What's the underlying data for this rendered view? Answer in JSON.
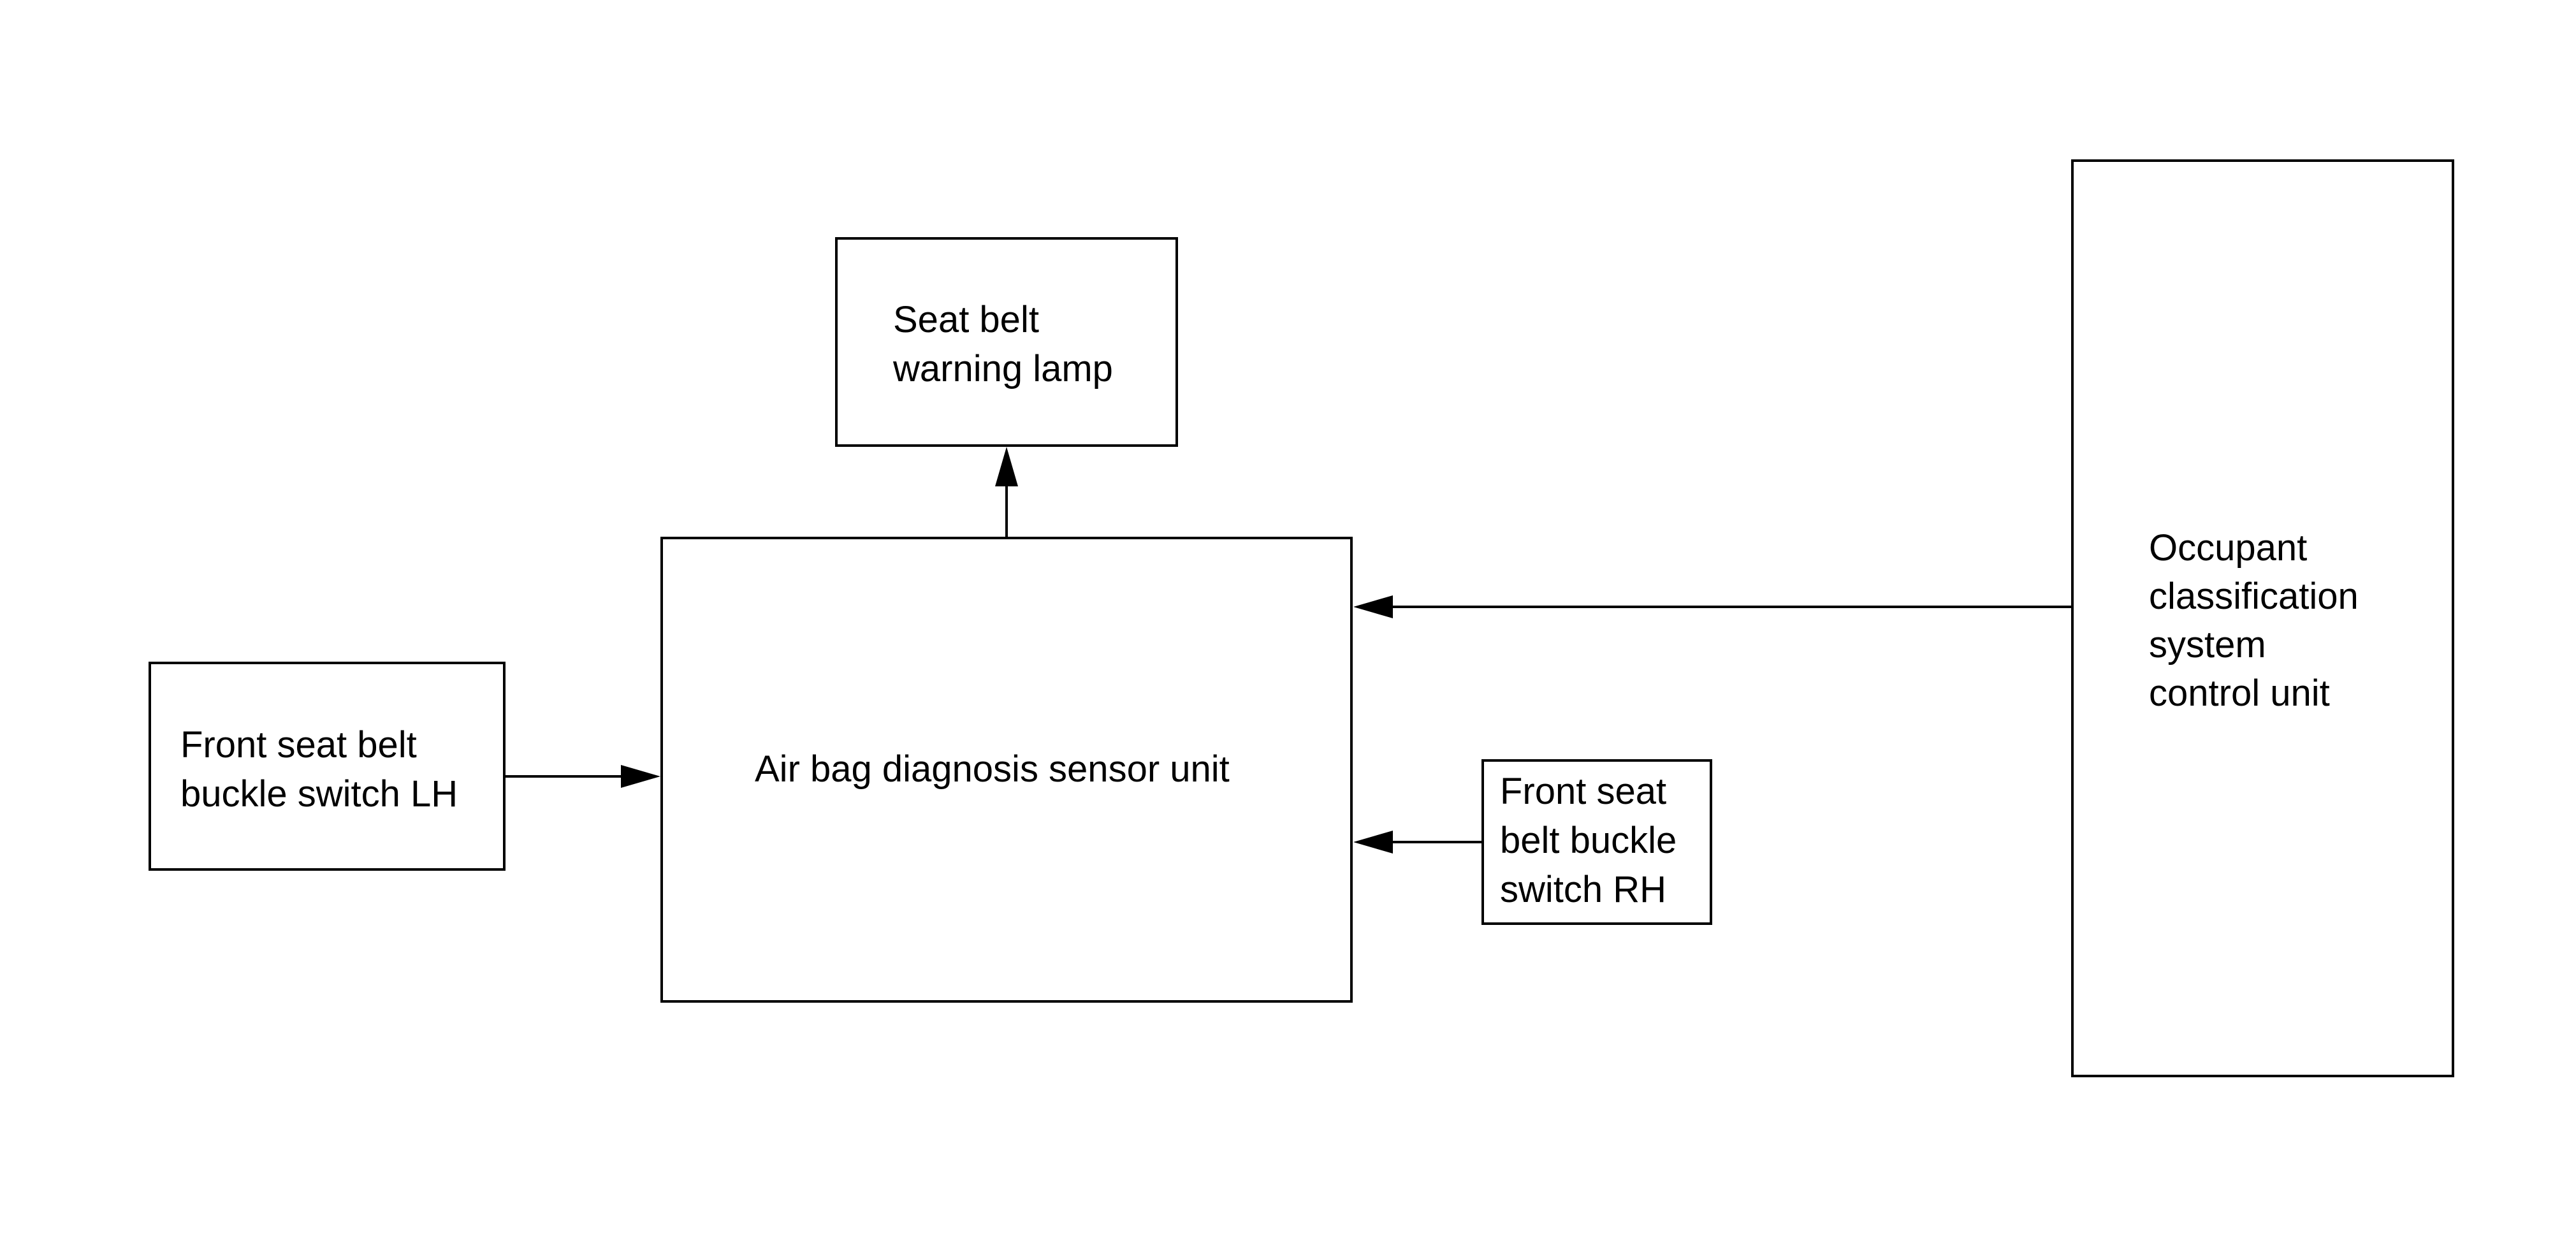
{
  "nodes": {
    "seat_belt_warning_lamp": {
      "lines": [
        "Seat belt",
        "warning lamp"
      ]
    },
    "air_bag_diagnosis_sensor_unit": {
      "lines": [
        "Air bag diagnosis sensor unit"
      ]
    },
    "front_seat_belt_buckle_switch_lh": {
      "lines": [
        "Front seat belt",
        "buckle switch LH"
      ]
    },
    "front_seat_belt_buckle_switch_rh": {
      "lines": [
        "Front seat",
        "belt buckle",
        "switch RH"
      ]
    },
    "occupant_classification_system_control_unit": {
      "lines": [
        "Occupant",
        "classification",
        "system",
        "control unit"
      ]
    }
  },
  "connections": [
    {
      "from": "air_bag_diagnosis_sensor_unit",
      "to": "seat_belt_warning_lamp"
    },
    {
      "from": "front_seat_belt_buckle_switch_lh",
      "to": "air_bag_diagnosis_sensor_unit"
    },
    {
      "from": "front_seat_belt_buckle_switch_rh",
      "to": "air_bag_diagnosis_sensor_unit"
    },
    {
      "from": "occupant_classification_system_control_unit",
      "to": "air_bag_diagnosis_sensor_unit"
    }
  ],
  "colors": {
    "line": "#000000",
    "background": "#ffffff"
  }
}
